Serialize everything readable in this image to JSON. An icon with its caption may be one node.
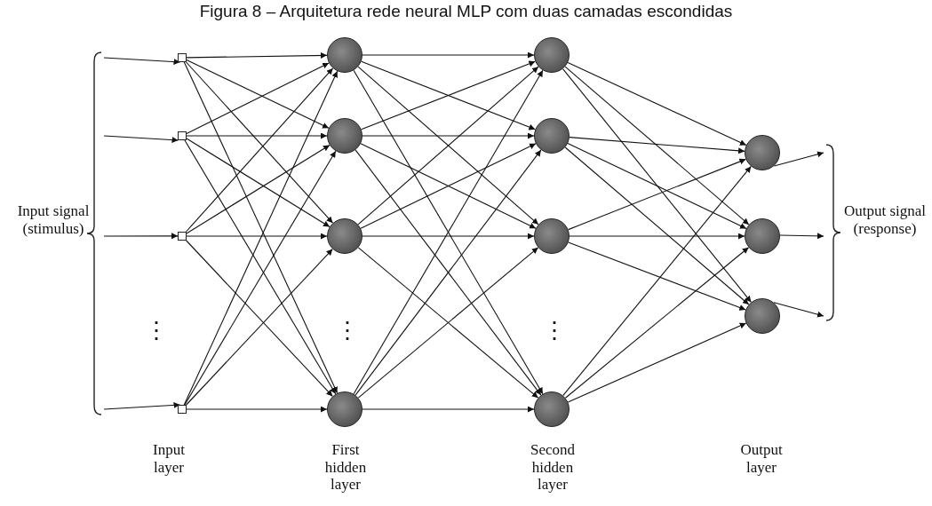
{
  "diagram": {
    "title": "Figura 8 – Arquitetura rede neural MLP com duas camadas escondidas",
    "nodes": [
      {
        "text": [],
        "shape": "box"
      },
      {
        "text": [],
        "shape": "box"
      },
      {
        "text": [],
        "shape": "box"
      },
      {
        "text": [],
        "shape": "box"
      },
      {
        "text": [],
        "shape": "circle"
      },
      {
        "text": [],
        "shape": "circle"
      },
      {
        "text": [],
        "shape": "circle"
      },
      {
        "text": [],
        "shape": "circle"
      },
      {
        "text": [],
        "shape": "circle"
      },
      {
        "text": [],
        "shape": "circle"
      },
      {
        "text": [],
        "shape": "circle"
      },
      {
        "text": [],
        "shape": "circle"
      },
      {
        "text": [],
        "shape": "circle"
      },
      {
        "text": [],
        "shape": "circle"
      },
      {
        "text": [],
        "shape": "circle"
      },
      {
        "text": [],
        "shape": "brace"
      },
      {
        "text": [],
        "shape": "brace"
      }
    ],
    "edges": [
      {
        "from": 15,
        "to": 0,
        "arrow": "to"
      },
      {
        "from": 15,
        "to": 1,
        "arrow": "to"
      },
      {
        "from": 15,
        "to": 2,
        "arrow": "to"
      },
      {
        "from": 15,
        "to": 3,
        "arrow": "to"
      },
      {
        "from": 0,
        "to": 4,
        "arrow": "to"
      },
      {
        "from": 0,
        "to": 5,
        "arrow": "to"
      },
      {
        "from": 0,
        "to": 6,
        "arrow": "to"
      },
      {
        "from": 0,
        "to": 7,
        "arrow": "to"
      },
      {
        "from": 1,
        "to": 4,
        "arrow": "to"
      },
      {
        "from": 1,
        "to": 5,
        "arrow": "to"
      },
      {
        "from": 1,
        "to": 6,
        "arrow": "to"
      },
      {
        "from": 1,
        "to": 7,
        "arrow": "to"
      },
      {
        "from": 2,
        "to": 4,
        "arrow": "to"
      },
      {
        "from": 2,
        "to": 5,
        "arrow": "to"
      },
      {
        "from": 2,
        "to": 6,
        "arrow": "to"
      },
      {
        "from": 2,
        "to": 7,
        "arrow": "to"
      },
      {
        "from": 3,
        "to": 4,
        "arrow": "to"
      },
      {
        "from": 3,
        "to": 5,
        "arrow": "to"
      },
      {
        "from": 3,
        "to": 6,
        "arrow": "to"
      },
      {
        "from": 3,
        "to": 7,
        "arrow": "to"
      },
      {
        "from": 4,
        "to": 8,
        "arrow": "to"
      },
      {
        "from": 4,
        "to": 9,
        "arrow": "to"
      },
      {
        "from": 4,
        "to": 10,
        "arrow": "to"
      },
      {
        "from": 4,
        "to": 11,
        "arrow": "to"
      },
      {
        "from": 5,
        "to": 8,
        "arrow": "to"
      },
      {
        "from": 5,
        "to": 9,
        "arrow": "to"
      },
      {
        "from": 5,
        "to": 10,
        "arrow": "to"
      },
      {
        "from": 5,
        "to": 11,
        "arrow": "to"
      },
      {
        "from": 6,
        "to": 8,
        "arrow": "to"
      },
      {
        "from": 6,
        "to": 9,
        "arrow": "to"
      },
      {
        "from": 6,
        "to": 10,
        "arrow": "to"
      },
      {
        "from": 6,
        "to": 11,
        "arrow": "to"
      },
      {
        "from": 7,
        "to": 8,
        "arrow": "to"
      },
      {
        "from": 7,
        "to": 9,
        "arrow": "to"
      },
      {
        "from": 7,
        "to": 10,
        "arrow": "to"
      },
      {
        "from": 7,
        "to": 11,
        "arrow": "to"
      },
      {
        "from": 8,
        "to": 12,
        "arrow": "to"
      },
      {
        "from": 8,
        "to": 13,
        "arrow": "to"
      },
      {
        "from": 8,
        "to": 14,
        "arrow": "to"
      },
      {
        "from": 9,
        "to": 12,
        "arrow": "to"
      },
      {
        "from": 9,
        "to": 13,
        "arrow": "to"
      },
      {
        "from": 9,
        "to": 14,
        "arrow": "to"
      },
      {
        "from": 10,
        "to": 12,
        "arrow": "to"
      },
      {
        "from": 10,
        "to": 13,
        "arrow": "to"
      },
      {
        "from": 10,
        "to": 14,
        "arrow": "to"
      },
      {
        "from": 11,
        "to": 12,
        "arrow": "to"
      },
      {
        "from": 11,
        "to": 13,
        "arrow": "to"
      },
      {
        "from": 11,
        "to": 14,
        "arrow": "to"
      },
      {
        "from": 12,
        "to": 16,
        "arrow": "to"
      },
      {
        "from": 13,
        "to": 16,
        "arrow": "to"
      },
      {
        "from": 14,
        "to": 16,
        "arrow": "to"
      }
    ],
    "labels": [
      "Input signal (stimulus)",
      "Output signal (response)",
      "⋮",
      "⋮",
      "⋮",
      "Input layer",
      "First hidden layer",
      "Second hidden layer",
      "Output layer"
    ]
  }
}
